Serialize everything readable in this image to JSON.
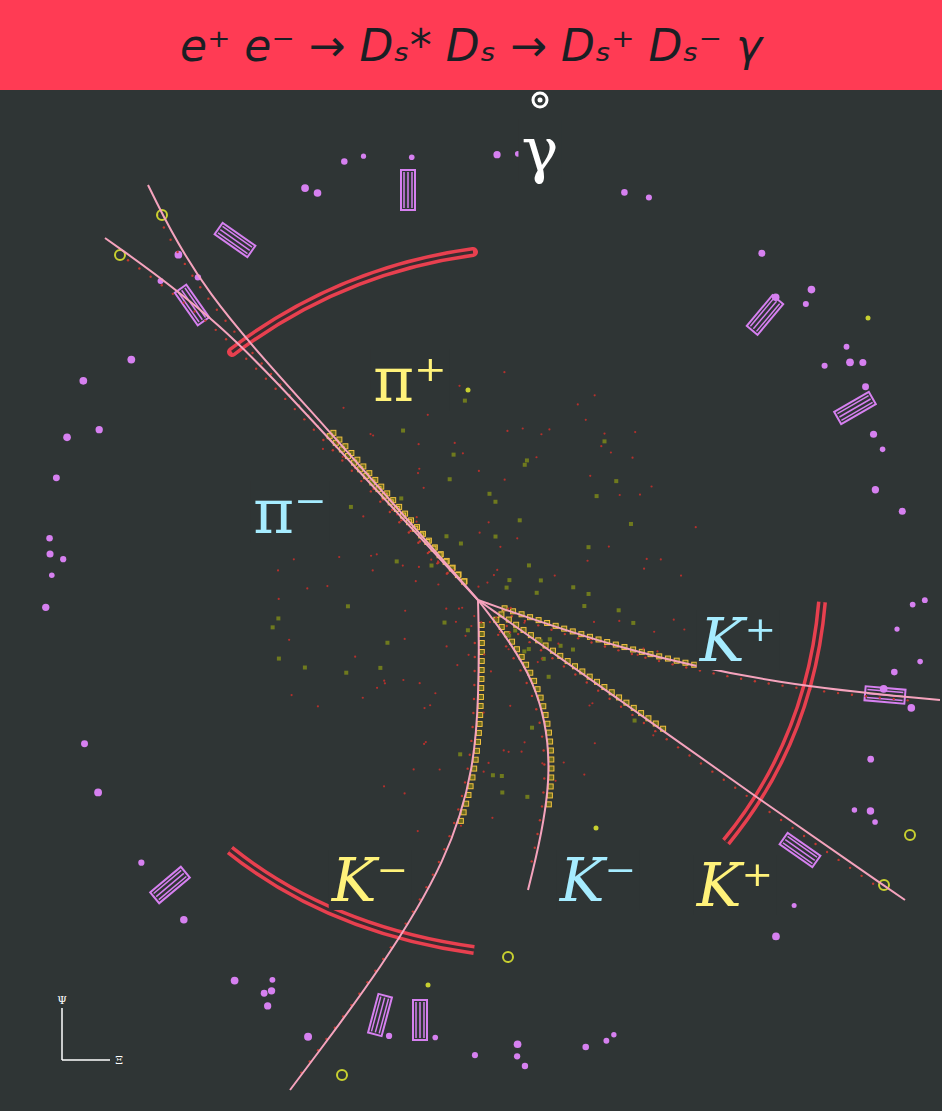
{
  "diagram": {
    "title": "e⁺ e⁻ → Dₛ* Dₛ → Dₛ⁺ Dₛ⁻ γ",
    "labels": [
      "γ",
      "π⁺",
      "π⁻",
      "K⁺",
      "K⁻",
      "K⁻",
      "K⁺",
      "Ψ",
      "Ξ"
    ]
  }
}
